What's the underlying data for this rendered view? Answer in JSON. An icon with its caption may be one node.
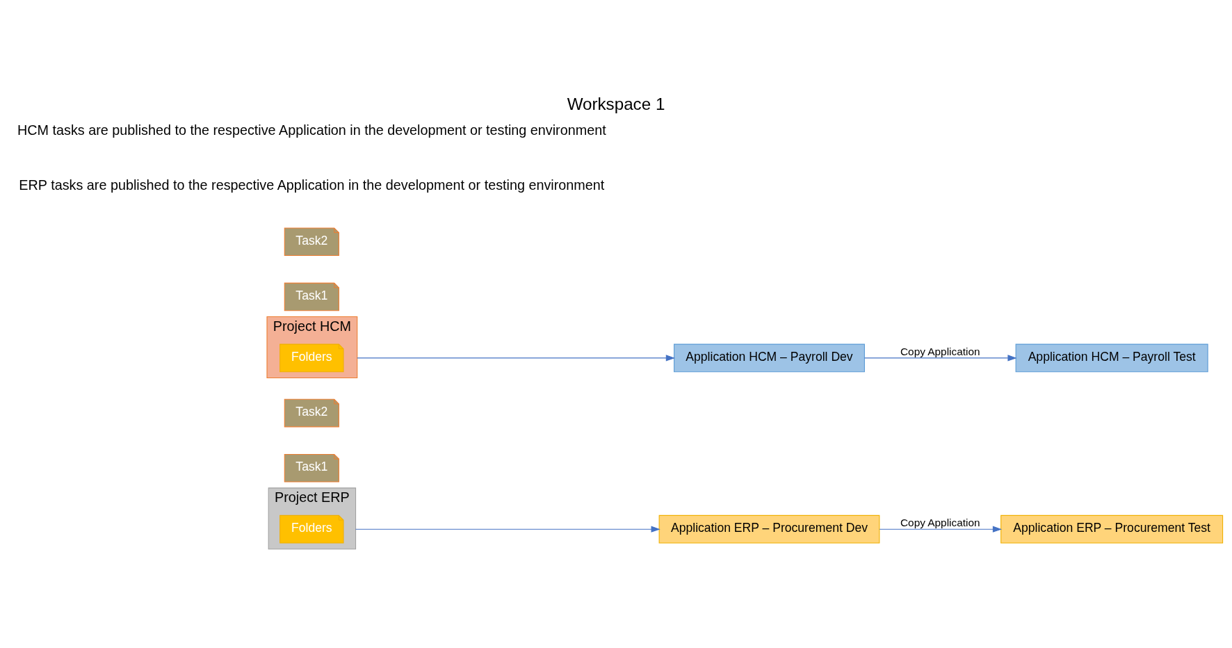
{
  "diagram": {
    "title": "Workspace 1",
    "nodes": [
      {
        "text": [
          "Project ERP"
        ]
      },
      {
        "text": [
          "Folders"
        ],
        "in": 0
      },
      {
        "text": [
          "Task1"
        ]
      },
      {
        "text": [
          "Task2"
        ]
      },
      {
        "text": [
          "Application ERP – Procurement Dev"
        ]
      },
      {
        "text": [
          "Application ERP – Procurement Test"
        ]
      },
      {
        "text": [
          "Project HCM"
        ]
      },
      {
        "text": [
          "Folders"
        ],
        "in": 6
      },
      {
        "text": [
          "Task1"
        ]
      },
      {
        "text": [
          "Task2"
        ]
      },
      {
        "text": [
          "Application HCM – Payroll Dev"
        ]
      },
      {
        "text": [
          "Application HCM – Payroll Test"
        ]
      }
    ],
    "edges": [
      {
        "from": 0,
        "to": 4,
        "arrow": "to"
      },
      {
        "from": 4,
        "to": 5,
        "arrow": "to",
        "label": "Copy Application"
      },
      {
        "from": 6,
        "to": 10,
        "arrow": "to"
      },
      {
        "from": 10,
        "to": 11,
        "arrow": "to",
        "label": "Copy Application"
      }
    ],
    "labels": [
      "ERP tasks are published to the respective Application in the development or testing environment",
      "HCM tasks are published to the respective Application in the development or testing environment"
    ]
  }
}
